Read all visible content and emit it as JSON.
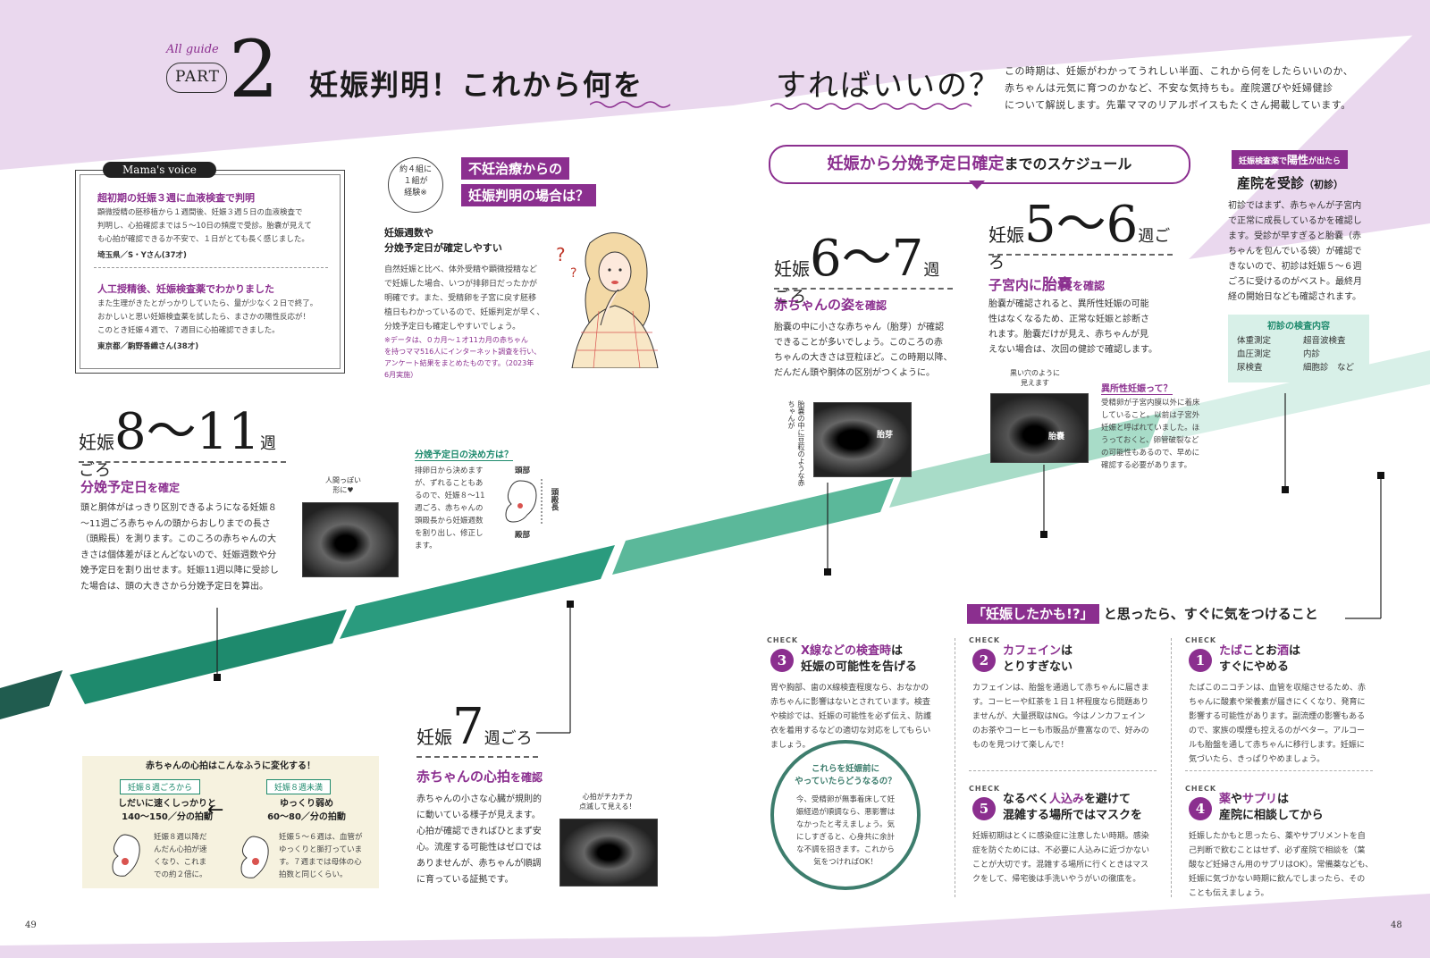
{
  "header": {
    "all_guide": "All guide",
    "part_label": "PART",
    "part_num": "2",
    "title_a": "妊娠判明！これから何を",
    "title_b": "すればいいの？",
    "intro": [
      "この時期は、妊娠がわかってうれしい半面、これから何をしたらいいのか、",
      "赤ちゃんは元気に育つのかなど、不安な気持ちも。産院選びや妊婦健診",
      "について解説します。先輩ママのリアルボイスもたくさん掲載しています。"
    ]
  },
  "mama_voice": {
    "label": "Mama's voice",
    "v1_title": "超初期の妊娠３週に血液検査で判明",
    "v1_body": [
      "顕微授精の胚移植から１週間後、妊娠３週５日の血液検査で",
      "判明し、心拍確認までは５～10日の頻度で受診。胎嚢が見えて",
      "も心拍が確認できるか不安で、１日がとても長く感じました。"
    ],
    "v1_author": "埼玉県／S・Yさん(37才)",
    "v2_title": "人工授精後、妊娠検査薬でわかりました",
    "v2_body": [
      "また生理がきたとがっかりしていたら、量が少なく２日で終了。",
      "おかしいと思い妊娠検査薬を試したら、まさかの陽性反応が！",
      "このとき妊娠４週で、７週目に心拍確認できました。"
    ],
    "v2_author": "東京都／駒野香織さん(38才)"
  },
  "infertility": {
    "badge": [
      "約４組に",
      "１組が",
      "経験※"
    ],
    "title_1": "不妊治療からの",
    "title_2": "妊娠判明の場合は？",
    "sub_1": "妊娠週数や",
    "sub_2": "分娩予定日が確定しやすい",
    "body": [
      "自然妊娠と比べ、体外受精や顕微授精など",
      "で妊娠した場合、いつが排卵日だったかが",
      "明確です。また、受精卵を子宮に戻す胚移",
      "植日もわかっているので、妊娠判定が早く、",
      "分娩予定日も確定しやすいでしょう。"
    ],
    "note": [
      "※データは、０カ月～１才11カ月の赤ちゃん",
      "を持つママ516人にインターネット調査を行い、",
      "アンケート結果をまとめたものです。（2023年",
      "6月実施）"
    ]
  },
  "schedule": {
    "label_hl": "妊娠から分娩予定日確定",
    "label_rest": "までのスケジュール"
  },
  "first_visit": {
    "tag_a": "妊娠検査薬で",
    "tag_b": "陽性",
    "tag_c": "が出たら",
    "title": "産院を受診",
    "title_sub": "（初診）",
    "body": [
      "初診ではまず、赤ちゃんが子宮内",
      "で正常に成長しているかを確認し",
      "ます。受診が早すぎると胎嚢（赤",
      "ちゃんを包んでいる袋）が確認で",
      "きないので、初診は妊娠５～６週",
      "ごろに受けるのがベスト。最終月",
      "経の開始日なども確認されます。"
    ],
    "exam_title": "初診の検査内容",
    "exams_left": [
      "体重測定",
      "血圧測定",
      "尿検査"
    ],
    "exams_right": [
      "超音波検査",
      "内診",
      "細胞診　など"
    ]
  },
  "w56": {
    "pre": "妊娠",
    "num": "5～6",
    "post": "週ごろ",
    "title_a": "子宮内に",
    "title_b": "胎嚢",
    "title_c": "を確認",
    "body": [
      "胎嚢が確認されると、異所性妊娠の可能",
      "性はなくなるため、正常な妊娠と診断さ",
      "れます。胎嚢だけが見え、赤ちゃんが見",
      "えない場合は、次回の健診で確認します。"
    ],
    "us_caption": [
      "黒い穴のように",
      "見えます"
    ],
    "us_label": "胎嚢",
    "ectopic_title": "異所性妊娠って？",
    "ectopic_body": [
      "受精卵が子宮内膜以外に着床",
      "していること。以前は子宮外",
      "妊娠と呼ばれていました。ほ",
      "うっておくと、卵管破裂など",
      "の可能性もあるので、早めに",
      "確認する必要があります。"
    ]
  },
  "w67": {
    "pre": "妊娠",
    "num": "6～7",
    "post": "週ごろ",
    "title_a": "赤ちゃんの姿",
    "title_b": "を確認",
    "body": [
      "胎嚢の中に小さな赤ちゃん（胎芽）が確認",
      "できることが多いでしょう。このころの赤",
      "ちゃんの大きさは豆粒ほど。この時期以降、",
      "だんだん頭や胴体の区別がつくように。"
    ],
    "us_caption": "胎嚢の中に豆粒のような赤ちゃんが",
    "us_label": "胎芽"
  },
  "w811": {
    "pre": "妊娠",
    "num": "8～11",
    "post": "週ごろ",
    "title_a": "分娩予定日",
    "title_b": "を確定",
    "body": [
      "頭と胴体がはっきり区別できるようになる妊娠８",
      "～11週ごろ赤ちゃんの頭からおしりまでの長さ",
      "（頭殿長）を測ります。このころの赤ちゃんの大",
      "きさは個体差がほとんどないので、妊娠週数や分",
      "娩予定日を割り出せます。妊娠11週以降に受診し",
      "た場合は、頭の大きさから分娩予定日を算出。"
    ],
    "us_caption": [
      "人間っぽい",
      "形に♥"
    ],
    "due_title": "分娩予定日の決め方は？",
    "due_body": [
      "排卵日から決めます",
      "が、ずれることもあ",
      "るので、妊娠８～11",
      "週ごろ、赤ちゃんの",
      "頭殿長から妊娠週数",
      "を割り出し、修正し",
      "ます。"
    ],
    "lbl_head": "頭部",
    "lbl_crl": "頭殿長",
    "lbl_hip": "殿部"
  },
  "w7": {
    "pre": "妊娠",
    "num": "7",
    "post": "週ごろ",
    "title_a": "赤ちゃんの心拍",
    "title_b": "を確認",
    "body": [
      "赤ちゃんの小さな心臓が規則的",
      "に動いている様子が見えます。",
      "心拍が確認できればひとまず安",
      "心。流産する可能性はゼロでは",
      "ありませんが、赤ちゃんが順調",
      "に育っている証拠です。"
    ],
    "us_caption": [
      "心拍がチカチカ",
      "点滅して見える！"
    ]
  },
  "heartbeat": {
    "title": "赤ちゃんの心拍はこんなふうに変化する！",
    "left_tag": "妊娠８週ごろから",
    "left_line1": "しだいに速くしっかりと",
    "left_line2": "140～150／分の拍動",
    "left_body": [
      "妊娠８週以降だ",
      "んだん心拍が速",
      "くなり、これま",
      "での約２倍に。"
    ],
    "right_tag": "妊娠８週未満",
    "right_line1": "ゆっくり弱め",
    "right_line2": "60～80／分の拍動",
    "right_body": [
      "妊娠５～６週は、血管が",
      "ゆっくりと脈打っていま",
      "す。７週までは母体の心",
      "拍数と同じくらい。"
    ]
  },
  "checks": {
    "heading_q": "「妊娠したかも!?」",
    "heading_rest": "と思ったら、すぐに気をつけること",
    "check_label": "CHECK",
    "items": [
      {
        "num": "1",
        "title_hl_a": "たばこ",
        "title_mid": "とお",
        "title_hl_b": "酒",
        "title_rest_a": "は",
        "title_line2": "すぐにやめる",
        "body": [
          "たばこのニコチンは、血管を収縮させるため、赤",
          "ちゃんに酸素や栄養素が届きにくくなり、発育に",
          "影響する可能性があります。副流煙の影響もある",
          "ので、家族の喫煙も控えるのがベター。アルコー",
          "ルも胎盤を通して赤ちゃんに移行します。妊娠に",
          "気づいたら、きっぱりやめましょう。"
        ]
      },
      {
        "num": "2",
        "title_hl_a": "カフェイン",
        "title_mid": "",
        "title_hl_b": "",
        "title_rest_a": "は",
        "title_line2": "とりすぎない",
        "body": [
          "カフェインは、胎盤を通過して赤ちゃんに届きま",
          "す。コーヒーや紅茶を１日１杯程度なら問題あり",
          "ませんが、大量摂取はNG。今はノンカフェイン",
          "のお茶やコーヒーも市販品が豊富なので、好みの",
          "ものを見つけて楽しんで！"
        ]
      },
      {
        "num": "3",
        "title_hl_a": "X線などの検査時",
        "title_mid": "",
        "title_hl_b": "",
        "title_rest_a": "は",
        "title_line2": "妊娠の可能性を告げる",
        "body": [
          "胃や胸部、歯のX線検査程度なら、おなかの",
          "赤ちゃんに影響はないとされています。検査",
          "や検診では、妊娠の可能性を必ず伝え、防護",
          "衣を着用するなどの適切な対応をしてもらい",
          "ましょう。"
        ]
      },
      {
        "num": "4",
        "title_hl_a": "薬",
        "title_mid": "や",
        "title_hl_b": "サプリ",
        "title_rest_a": "は",
        "title_line2": "産院に相談してから",
        "body": [
          "妊娠したかもと思ったら、薬やサプリメントを自",
          "己判断で飲むことはせず、必ず産院で相談を（葉",
          "酸など妊婦さん用のサプリはOK）。常備薬なども、",
          "妊娠に気づかない時期に飲んでしまったら、その",
          "ことも伝えましょう。"
        ]
      },
      {
        "num": "5",
        "title_hl_a": "",
        "title_mid": "なるべく",
        "title_hl_b": "人込み",
        "title_rest_a": "を避けて",
        "title_line2": "混雑する場所ではマスクを",
        "body": [
          "妊娠初期はとくに感染症に注意したい時期。感染",
          "症を防ぐためには、不必要に人込みに近づかない",
          "ことが大切です。混雑する場所に行くときはマス",
          "クをして、帰宅後は手洗いやうがいの徹底を。"
        ]
      }
    ]
  },
  "circle_note": {
    "title_1": "これらを妊娠前に",
    "title_2": "やっていたらどうなるの？",
    "body": [
      "今、受精卵が無事着床して妊",
      "娠経過が順調なら、悪影響は",
      "なかったと考えましょう。気",
      "にしすぎると、心身共に余計",
      "な不調を招きます。これから",
      "気をつければOK！"
    ]
  },
  "page_left": "49",
  "page_right": "48",
  "colors": {
    "accent": "#8b2f8f",
    "lavender": "#ead8ee",
    "teal_dark": "#1e8a6d",
    "teal_light": "#d8f0e8"
  }
}
